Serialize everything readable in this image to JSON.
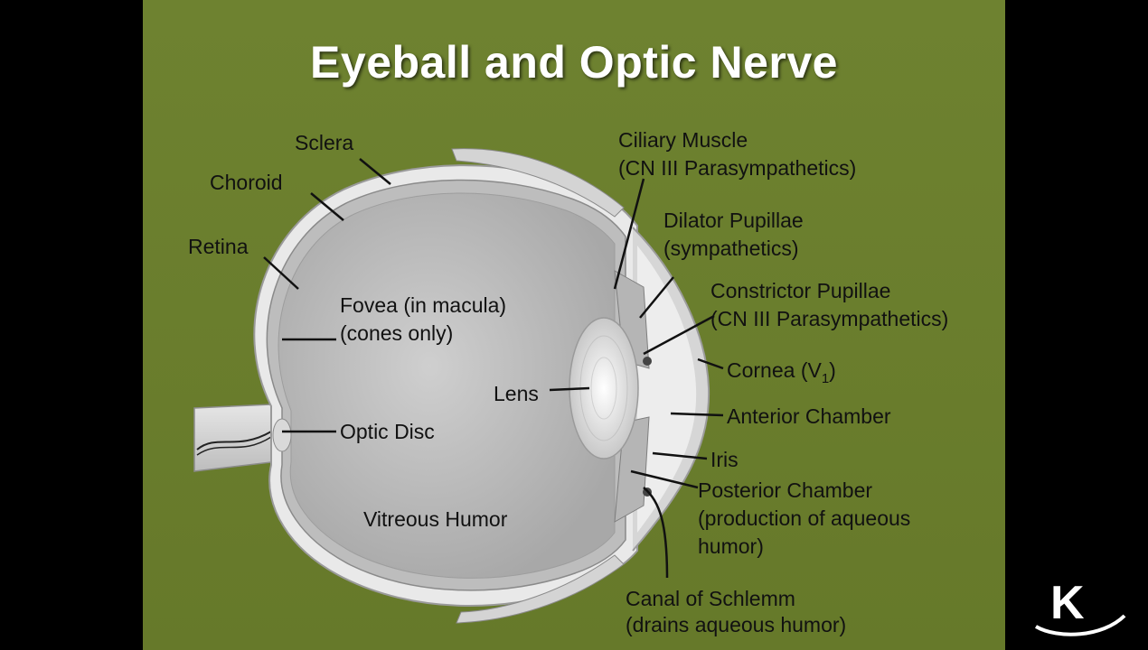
{
  "title": "Eyeball and Optic Nerve",
  "colors": {
    "background": "#66792a",
    "sidebar": "#000000",
    "title": "#ffffff",
    "label": "#111111"
  },
  "labels": {
    "sclera": "Sclera",
    "choroid": "Choroid",
    "retina": "Retina",
    "fovea_1": "Fovea (in macula)",
    "fovea_2": "(cones only)",
    "lens": "Lens",
    "optic_disc": "Optic Disc",
    "vitreous": "Vitreous Humor",
    "ciliary_1": "Ciliary Muscle",
    "ciliary_2": "(CN III Parasympathetics)",
    "dilator_1": "Dilator Pupillae",
    "dilator_2": "(sympathetics)",
    "constrictor_1": "Constrictor Pupillae",
    "constrictor_2": "(CN III Parasympathetics)",
    "cornea_main": "Cornea (V",
    "cornea_sub": "1",
    "cornea_close": ")",
    "anterior": "Anterior Chamber",
    "iris": "Iris",
    "posterior_1": "Posterior Chamber",
    "posterior_2": "(production of aqueous",
    "posterior_3": "humor)",
    "schlemm_1": "Canal of Schlemm",
    "schlemm_2": "(drains aqueous humor)"
  },
  "logo": {
    "letter": "K"
  }
}
